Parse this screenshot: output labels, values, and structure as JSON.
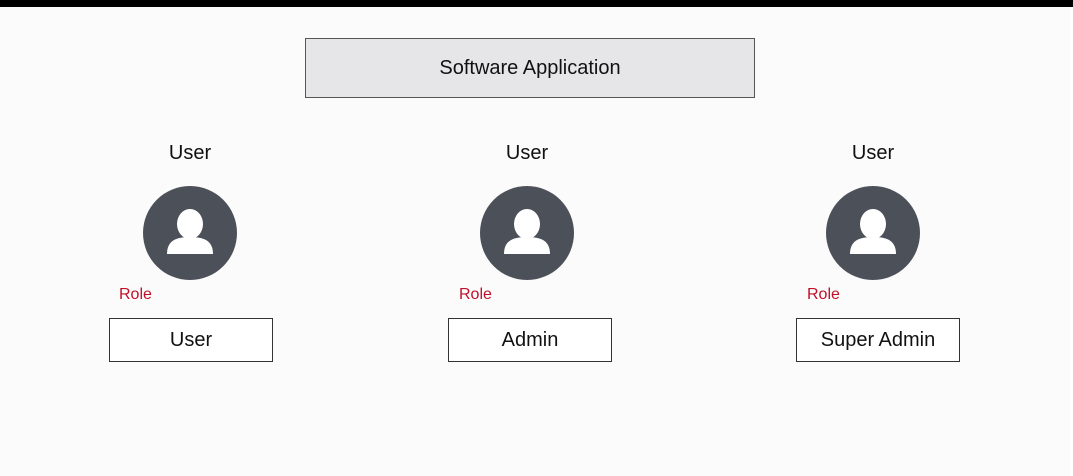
{
  "diagram": {
    "app_label": "Software Application",
    "columns": [
      {
        "title": "User",
        "role_caption": "Role",
        "role_value": "User"
      },
      {
        "title": "User",
        "role_caption": "Role",
        "role_value": "Admin"
      },
      {
        "title": "User",
        "role_caption": "Role",
        "role_value": "Super Admin"
      }
    ]
  },
  "colors": {
    "avatar_fill": "#4c5059",
    "role_caption": "#c0102a",
    "app_box_fill": "#e6e6e8"
  },
  "icons": {
    "avatar": "user-avatar-icon"
  }
}
